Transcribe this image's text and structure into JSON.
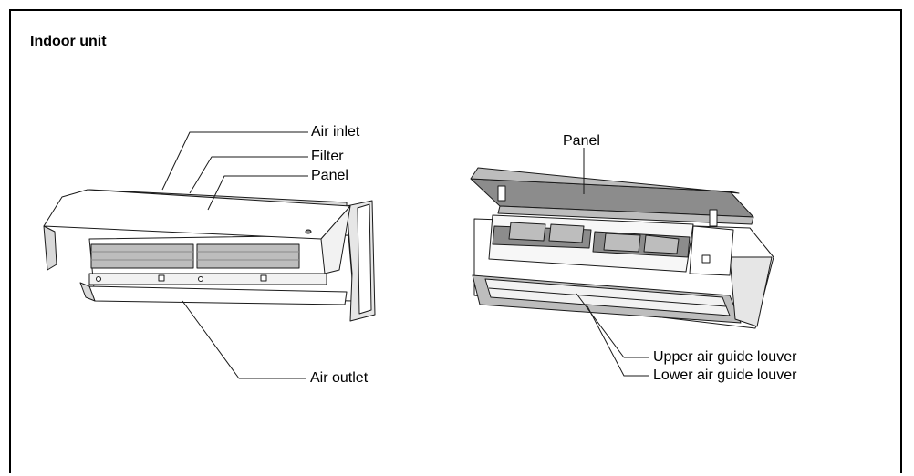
{
  "heading": "Indoor unit",
  "left_unit": {
    "labels": {
      "air_inlet": "Air inlet",
      "filter": "Filter",
      "panel": "Panel",
      "air_outlet": "Air outlet"
    }
  },
  "right_unit": {
    "labels": {
      "panel": "Panel",
      "upper_louver": "Upper air guide louver",
      "lower_louver": "Lower air guide louver"
    }
  },
  "colors": {
    "line": "#1a1a1a",
    "body_light": "#f2f2f2",
    "body_mid": "#bdbdbd",
    "body_dark": "#8c8c8c"
  }
}
